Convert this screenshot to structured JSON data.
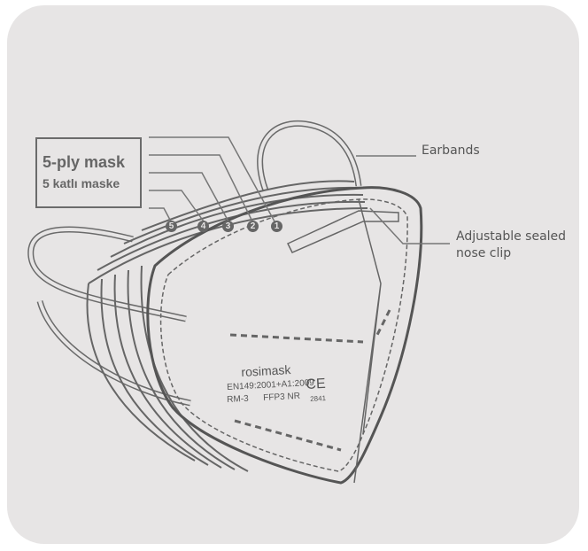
{
  "box": {
    "title": "5-ply mask",
    "subtitle": "5 katlı maske"
  },
  "layers": [
    "5",
    "4",
    "3",
    "2",
    "1"
  ],
  "callouts": {
    "earbands": "Earbands",
    "nose_clip_line1": "Adjustable sealed",
    "nose_clip_line2": "nose clip"
  },
  "mask_print": {
    "brand": "rosimask",
    "standard": "EN149:2001+A1:2009",
    "model": "RM-3",
    "class": "FFP3 NR",
    "ce": "CE",
    "notified_body": "2841"
  }
}
